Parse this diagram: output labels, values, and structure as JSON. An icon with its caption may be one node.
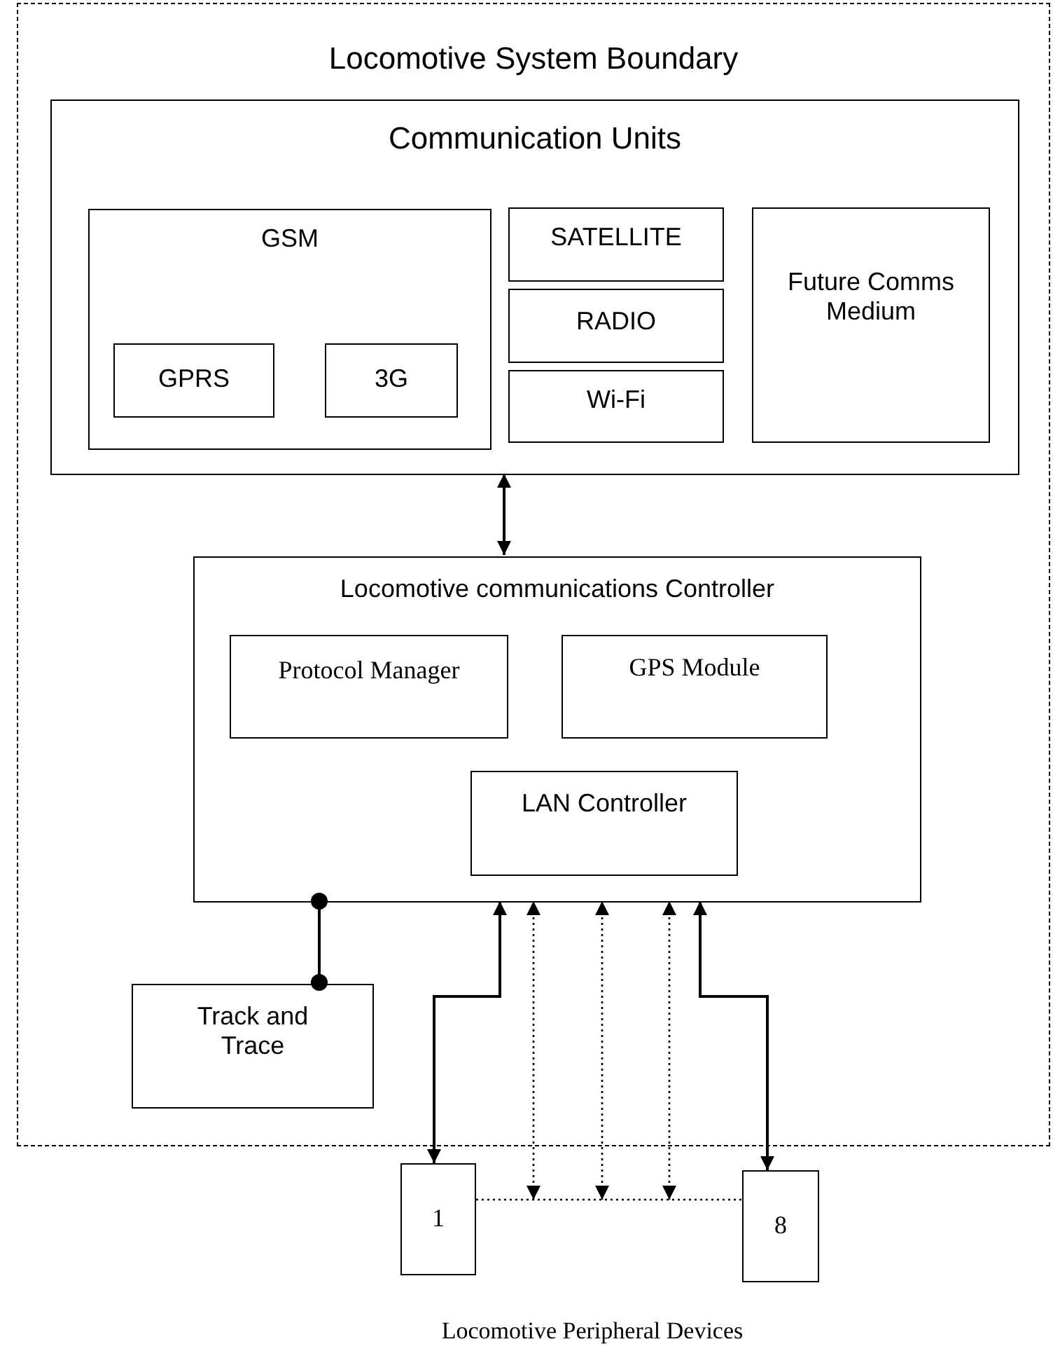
{
  "diagram": {
    "nodes": [
      {
        "text": [
          "Locomotive System Boundary"
        ]
      },
      {
        "text": [
          "Communication Units"
        ],
        "in": 0
      },
      {
        "text": [
          "GSM"
        ],
        "in": 1
      },
      {
        "text": [
          "GPRS"
        ],
        "in": 2
      },
      {
        "text": [
          "3G"
        ],
        "in": 2
      },
      {
        "text": [
          "SATELLITE"
        ],
        "in": 1
      },
      {
        "text": [
          "RADIO"
        ],
        "in": 1
      },
      {
        "text": [
          "Wi-Fi"
        ],
        "in": 1
      },
      {
        "text": [
          "Future Comms Medium"
        ],
        "in": 1
      },
      {
        "text": [
          "Locomotive communications Controller"
        ],
        "in": 0
      },
      {
        "text": [
          "Protocol Manager"
        ],
        "in": 9
      },
      {
        "text": [
          "GPS Module"
        ],
        "in": 9
      },
      {
        "text": [
          "LAN Controller"
        ],
        "in": 9
      },
      {
        "text": [
          "Track and Trace"
        ],
        "in": 0
      },
      {
        "text": [
          "1"
        ]
      },
      {
        "text": [
          "8"
        ]
      }
    ],
    "edges": [
      {
        "from": 1,
        "to": 9,
        "arrow": "both"
      },
      {
        "from": 9,
        "to": 13,
        "arrow": "other"
      },
      {
        "from": 14,
        "to": 9,
        "arrow": "both"
      },
      {
        "from": 15,
        "to": 9,
        "arrow": "both"
      },
      {
        "from": null,
        "to": 9,
        "arrow": "both",
        "style": "dashed"
      },
      {
        "from": null,
        "to": 9,
        "arrow": "both",
        "style": "dashed"
      },
      {
        "from": null,
        "to": 9,
        "arrow": "both",
        "style": "dashed"
      },
      {
        "from": 14,
        "to": 15,
        "arrow": "none",
        "style": "dashed"
      }
    ],
    "labels": [
      "Locomotive Peripheral Devices"
    ]
  }
}
